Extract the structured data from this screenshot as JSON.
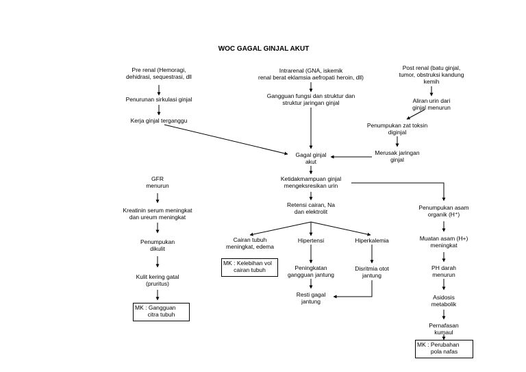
{
  "title": "WOC GAGAL GINJAL AKUT",
  "nodes": {
    "pre_renal": [
      "Pre renal (Hemoragi,",
      "dehidrasi, sequestrasi, dll"
    ],
    "penurunan_sirkulasi": [
      "Penurunan sirkulasi ginjal"
    ],
    "kerja_ginjal": [
      "Kerja ginjal terganggu"
    ],
    "intrarenal": [
      "Intrarenal (GNA, iskemik",
      "renal berat  eklamsia aefropati heroin, dll)"
    ],
    "gangguan_fungsi": [
      "Gangguan fungsi dan struktur dan",
      "struktur jaringan ginjal"
    ],
    "post_renal": [
      "Post renal (batu ginjal,",
      "tumor, obstruksi kandung",
      "kemih"
    ],
    "aliran_urin": [
      "Aliran urin dari",
      "ginjal menurun"
    ],
    "penumpukan_zat": [
      "Penumpukan zat toksin",
      "diginjal"
    ],
    "merusak_jaringan": [
      "Merusak jaringan",
      "ginjal"
    ],
    "gagal_ginjal": [
      "Gagal ginjal",
      "akut"
    ],
    "ketidakmampuan": [
      "Ketidakmampuan ginjal",
      "mengeksresikan urin"
    ],
    "retensi": [
      "Retensi cairan, Na",
      "dan elektrolit"
    ],
    "cairan_tubuh": [
      "Cairan tubuh",
      "meningkat, edema"
    ],
    "hipertensi": [
      "Hipertensi"
    ],
    "hiperkalemia": [
      "Hiperkalemia"
    ],
    "peningkatan": [
      "Peningkatan",
      "gangguan jantung"
    ],
    "disritmia": [
      "Disritmia otot",
      "jantung"
    ],
    "resti": [
      "Resti gagal",
      "jantung"
    ],
    "gfr": [
      "GFR",
      "menurun"
    ],
    "kreatinin": [
      "Kreatinin serum meningkat",
      "dan ureum meningkat"
    ],
    "penumpukan_dikulit": [
      "Penumpukan",
      "dikulit"
    ],
    "kulit_kering": [
      "Kulit kering gatal",
      "(pruritus)"
    ],
    "penumpukan_asam": [
      "Penumpukan asam",
      "organik (H⁺)"
    ],
    "muatan_asam": [
      "Muatan asam (H+)",
      "meningkat"
    ],
    "ph_darah": [
      "PH darah",
      "menurun"
    ],
    "asidosis": [
      "Asidosis",
      "metabolik"
    ],
    "pernafasan": [
      "Pernafasan",
      "kumaul"
    ]
  },
  "mk_boxes": {
    "kelebihan": [
      "MK : Kelebihan vol",
      "cairan tubuh"
    ],
    "citra": [
      "MK : Gangguan",
      "citra tubuh"
    ],
    "pola_nafas": [
      "MK : Perubahan",
      "pola nafas"
    ]
  }
}
